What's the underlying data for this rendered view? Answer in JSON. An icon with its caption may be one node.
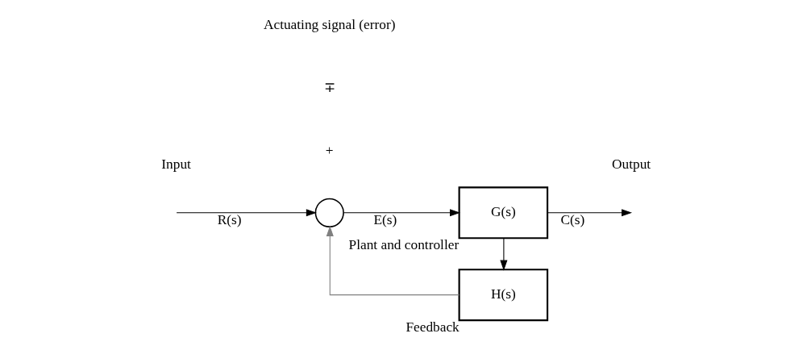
{
  "diagram": {
    "nodes": [
      {
        "text": [],
        "shape": "circle"
      },
      {
        "text": [
          "G(s)"
        ],
        "beside": [
          "Plant and controller"
        ]
      },
      {
        "text": [
          "H(s)"
        ],
        "beside": [
          "Feedback"
        ]
      }
    ],
    "edges": [
      {
        "from": null,
        "to": 0,
        "arrow": "to",
        "label": "R(s)"
      },
      {
        "from": 0,
        "to": 1,
        "arrow": "to",
        "label": "E(s)"
      },
      {
        "from": 1,
        "to": null,
        "arrow": "to",
        "label": "C(s)"
      },
      {
        "from": 1,
        "to": 2,
        "arrow": "to"
      },
      {
        "from": 2,
        "to": 0,
        "arrow": "to",
        "color": "#808080"
      }
    ],
    "labels": [
      "+",
      "Input",
      "∓",
      "Actuating signal (error)",
      "Output"
    ]
  }
}
